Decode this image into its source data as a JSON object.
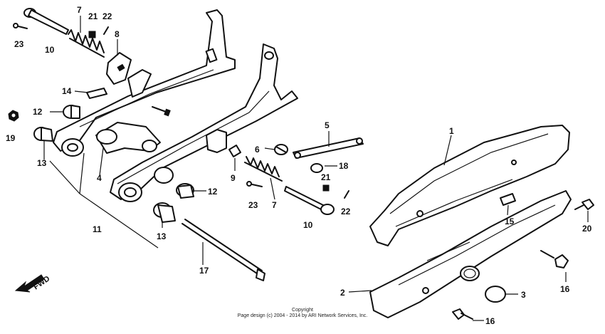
{
  "callouts": {
    "c1": "1",
    "c2": "2",
    "c3": "3",
    "c4": "4",
    "c5": "5",
    "c6": "6",
    "c7a": "7",
    "c7b": "7",
    "c8": "8",
    "c9": "9",
    "c10a": "10",
    "c10b": "10",
    "c11": "11",
    "c12a": "12",
    "c12b": "12",
    "c13a": "13",
    "c13b": "13",
    "c14": "14",
    "c15": "15",
    "c16a": "16",
    "c16b": "16",
    "c17": "17",
    "c18": "18",
    "c19": "19",
    "c20": "20",
    "c21a": "21",
    "c21b": "21",
    "c22a": "22",
    "c22b": "22",
    "c23a": "23",
    "c23b": "23"
  },
  "direction_label": "FWD",
  "footer": {
    "line1": "Copyright",
    "line2": "Page design (c) 2004 - 2014 by ARI Network Services, Inc."
  }
}
